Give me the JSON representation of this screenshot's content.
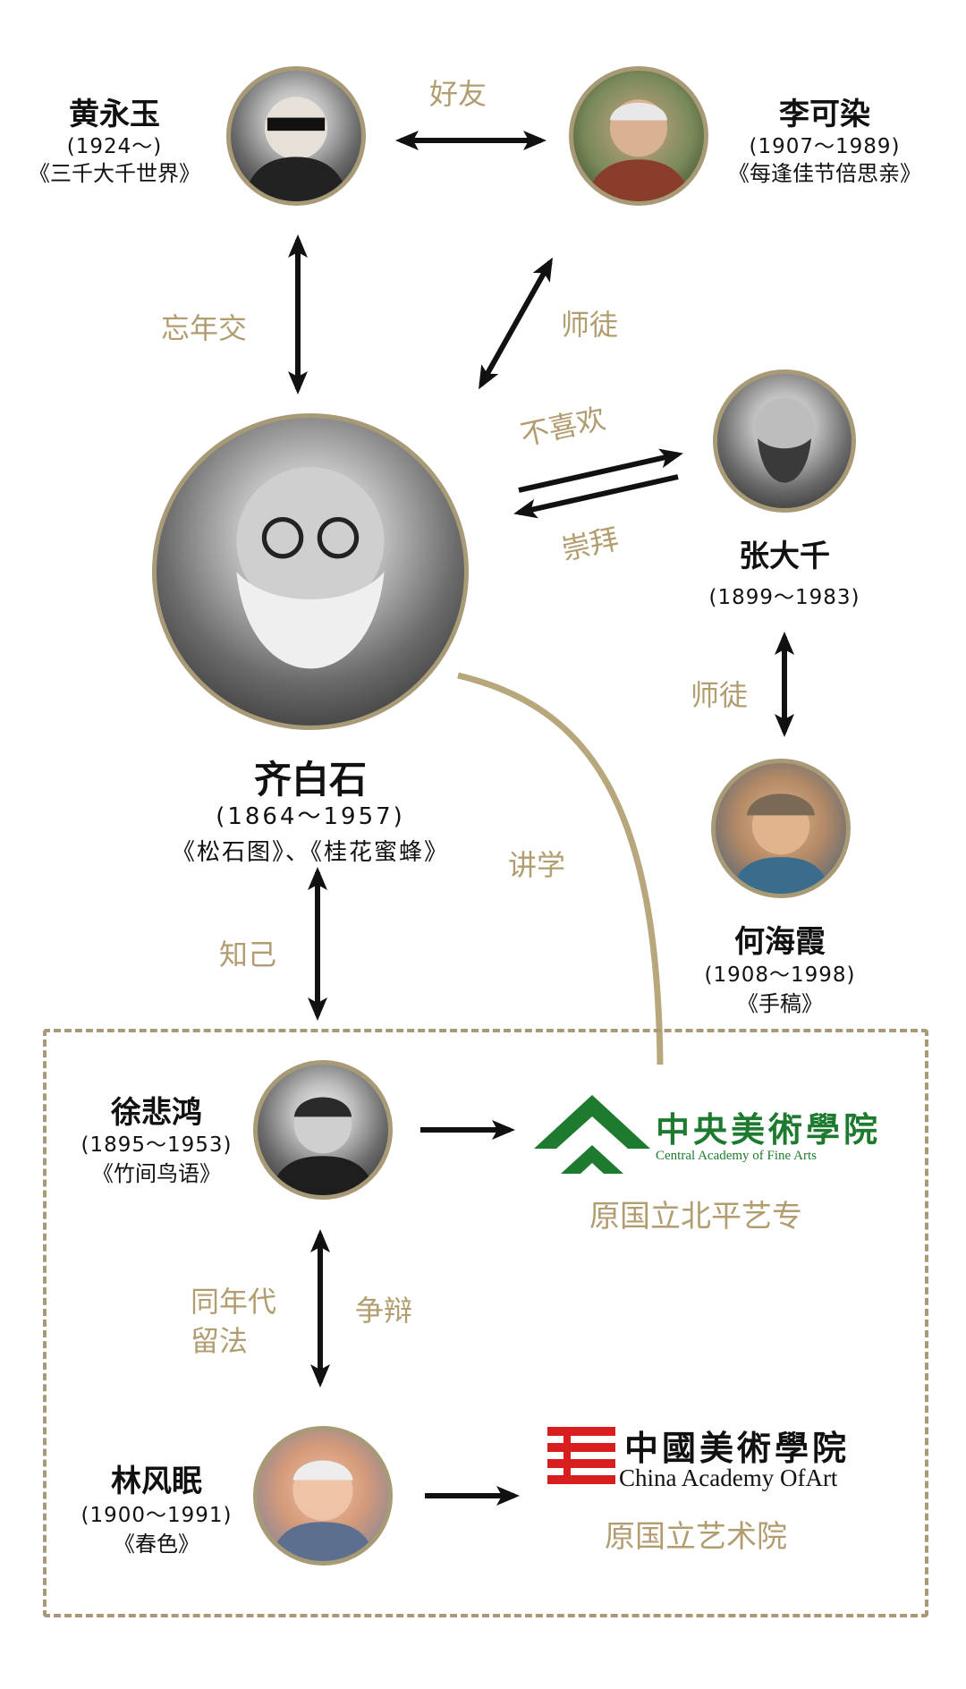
{
  "people": {
    "qi_baishi": {
      "name": "齐白石",
      "years": "(1864～1957)",
      "work": "《松石图》、《桂花蜜蜂》"
    },
    "huang_yongyu": {
      "name": "黄永玉",
      "years": "(1924～)",
      "work": "《三千大千世界》"
    },
    "li_keran": {
      "name": "李可染",
      "years": "(1907～1989)",
      "work": "《每逢佳节倍思亲》"
    },
    "zhang_daqian": {
      "name": "张大千",
      "years": "(1899～1983)"
    },
    "he_haixia": {
      "name": "何海霞",
      "years": "(1908～1998)",
      "work": "《手稿》"
    },
    "xu_beihong": {
      "name": "徐悲鸿",
      "years": "(1895～1953)",
      "work": "《竹间鸟语》"
    },
    "lin_fengmian": {
      "name": "林风眠",
      "years": "(1900～1991)",
      "work": "《春色》"
    }
  },
  "relations": {
    "huang_li": "好友",
    "huang_qi": "忘年交",
    "li_qi": "师徒",
    "qi_zhang_dislike": "不喜欢",
    "zhang_qi_admire": "崇拜",
    "zhang_he": "师徒",
    "qi_lecture": "讲学",
    "qi_xu": "知己",
    "xu_lin_1": "同年代",
    "xu_lin_2": "留法",
    "xu_lin_3": "争辩"
  },
  "institutions": {
    "cafa": {
      "name_cn": "中央美術學院",
      "name_en": "Central Academy of Fine Arts",
      "caption": "原国立北平艺专",
      "color": "#1e7a2e"
    },
    "caa": {
      "name_cn": "中國美術學院",
      "name_en": "China Academy OfArt",
      "caption": "原国立艺术院",
      "color": "#d81e1e"
    }
  },
  "colors": {
    "accent": "#b19d70",
    "frame": "#a89a76",
    "text": "#111111",
    "arrow": "#111111"
  }
}
